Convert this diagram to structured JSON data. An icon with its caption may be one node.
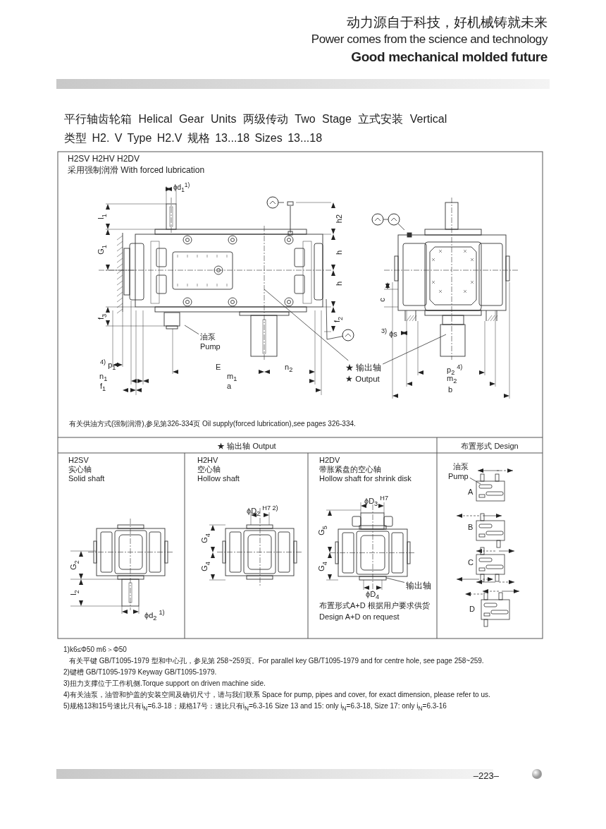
{
  "diagram": {
    "nodes": [
      {
        "text": [
          "★ 输出轴",
          "★ Output"
        ]
      },
      {
        "text": [
          "油泵",
          "Pump"
        ]
      },
      {
        "text": [
          "输出轴"
        ]
      },
      {
        "text": [
          "油泵",
          "Pump"
        ]
      },
      {
        "text": [],
        "shape": "circle"
      },
      {
        "text": [],
        "shape": "circle"
      },
      {
        "text": [],
        "shape": "circle"
      },
      {
        "text": [],
        "shape": "circle"
      }
    ],
    "edges": [
      {
        "from": 0,
        "to": null,
        "arrow": "none"
      },
      {
        "from": 0,
        "to": null,
        "arrow": "none"
      },
      {
        "from": 1,
        "to": null,
        "arrow": "none"
      },
      {
        "from": 2,
        "to": null,
        "arrow": "none"
      },
      {
        "from": 3,
        "to": null,
        "arrow": "none"
      },
      {
        "from": 4,
        "to": null,
        "arrow": "none"
      },
      {
        "from": 5,
        "to": null,
        "arrow": "none"
      },
      {
        "from": 6,
        "to": 7,
        "arrow": "none"
      },
      {
        "from": 7,
        "to": null,
        "arrow": "none"
      }
    ],
    "labels": [
      "动力源自于科技，好机械铸就未来",
      "Power comes from the science and technology",
      "Good mechanical molded future",
      "平行轴齿轮箱 Helical Gear Units 两级传动 Two Stage 立式安装 Vertical",
      "类型 H2. V Type H2.V 规格 13...18 Sizes 13...18",
      "H2SV H2HV H2DV",
      "采用强制润滑 With forced lubrication",
      "ϕd$_{1}$$^{1)}$",
      "l$_{1}$",
      "G$_{1}$",
      "h2",
      "h",
      "h",
      "f$_{3}$",
      "f$_{2}$",
      "$^{4)}$ p$_{1}$",
      "E",
      "n$_{2}$",
      "n$_{1}$",
      "m$_{1}$",
      "f$_{1}$",
      "a",
      "c",
      "$^{3)}$ ϕs",
      "p$_{2}$ $^{4)}$",
      "m$_{2}$",
      "b",
      "有关供油方式(强制润滑),参见第326-334页 Oil supply(forced lubrication),see pages 326-334.",
      "★ 输出轴 Output",
      "布置形式 Design",
      "H2SV",
      "实心轴",
      "Solid shaft",
      "H2HV",
      "空心轴",
      "Hollow shaft",
      "H2DV",
      "带胀紧盘的空心轴",
      "Hollow shaft for shrink disk",
      "G$_{2}$",
      "l$_{2}$",
      "ϕd$_{2}$ $^{1)}$",
      "ϕD$_{2}$ $^{H7 2)}$",
      "G$_{4}$",
      "G$_{4}$",
      "ϕD$_{3}$ $^{H7}$",
      "G$_{5}$",
      "G$_{4}$",
      "ϕD$_{4}$",
      "布置形式A+D 根据用户要求供货",
      "Design A+D on request",
      "A",
      "B",
      "C",
      "D",
      "1)k6≤Φ50 m6＞Φ50",
      "有关平键 GB/T1095-1979 型和中心孔，参见第 258~259页。For parallel key GB/T1095-1979 and for centre hole, see page 258~259.",
      "2)键槽 GB/T1095-1979 Keyway GB/T1095-1979.",
      "3)扭力支撑位于工作机侧.Torque support on driven machine side.",
      "4)有关油泵，油管和护盖的安装空间及确切尺寸，请与我们联系 Space for pump, pipes and cover, for exact dimension, please refer to us.",
      "5)规格13和15号速比只有i$_{N}$=6.3-18；规格17号：速比只有i$_{N}$=6.3-16 Size 13 and 15: only i$_{N}$=6.3-18, Size 17: only i$_{N}$=6.3-16",
      "–223–"
    ]
  }
}
